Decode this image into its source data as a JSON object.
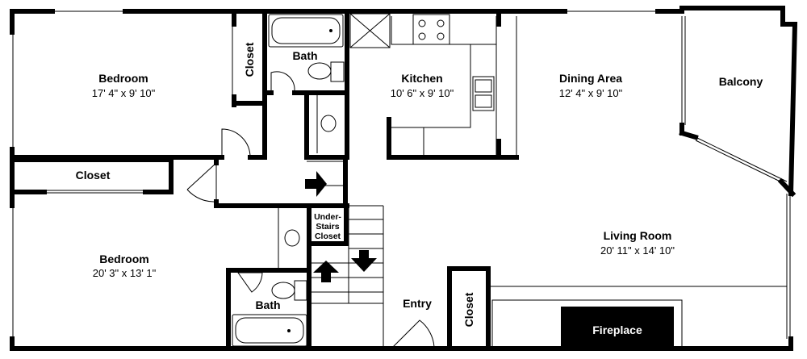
{
  "rooms": {
    "bedroom_top": {
      "name": "Bedroom",
      "dims": "17' 4\" x 9' 10\""
    },
    "bedroom_bottom": {
      "name": "Bedroom",
      "dims": "20' 3\" x 13' 1\""
    },
    "kitchen": {
      "name": "Kitchen",
      "dims": "10' 6\" x 9' 10\""
    },
    "dining": {
      "name": "Dining Area",
      "dims": "12' 4\" x 9' 10\""
    },
    "living": {
      "name": "Living Room",
      "dims": "20' 11\" x 14' 10\""
    },
    "balcony": {
      "name": "Balcony"
    },
    "bath_top": {
      "name": "Bath"
    },
    "bath_bottom": {
      "name": "Bath"
    },
    "entry": {
      "name": "Entry"
    },
    "closet_top_vertical": {
      "name": "Closet"
    },
    "closet_horizontal": {
      "name": "Closet"
    },
    "closet_entry": {
      "name": "Closet"
    },
    "fireplace": {
      "name": "Fireplace"
    },
    "under_stairs_closet": {
      "lines": [
        "Under-",
        "Stairs",
        "Closet"
      ]
    }
  }
}
